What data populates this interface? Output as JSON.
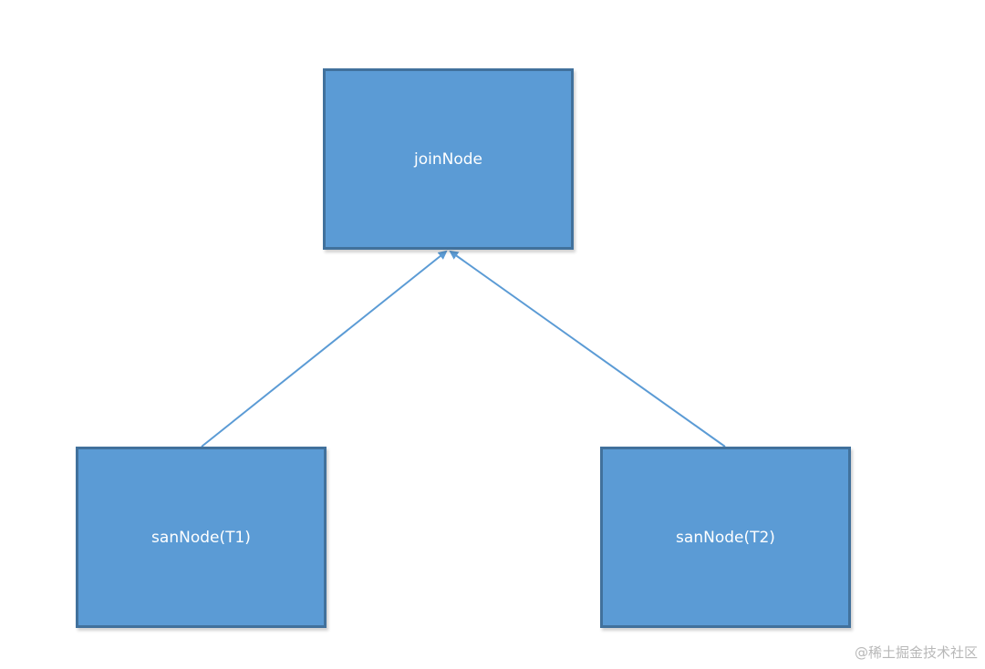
{
  "diagram": {
    "nodes": {
      "join": {
        "label": "joinNode"
      },
      "scan_t1": {
        "label": "sanNode(T1)"
      },
      "scan_t2": {
        "label": "sanNode(T2)"
      }
    },
    "edges": [
      {
        "from": "scan_t1",
        "to": "join"
      },
      {
        "from": "scan_t2",
        "to": "join"
      }
    ],
    "colors": {
      "node_fill": "#5b9bd5",
      "node_border": "#41719c",
      "edge": "#5b9bd5",
      "label": "#ffffff"
    }
  },
  "watermark": "@稀土掘金技术社区"
}
